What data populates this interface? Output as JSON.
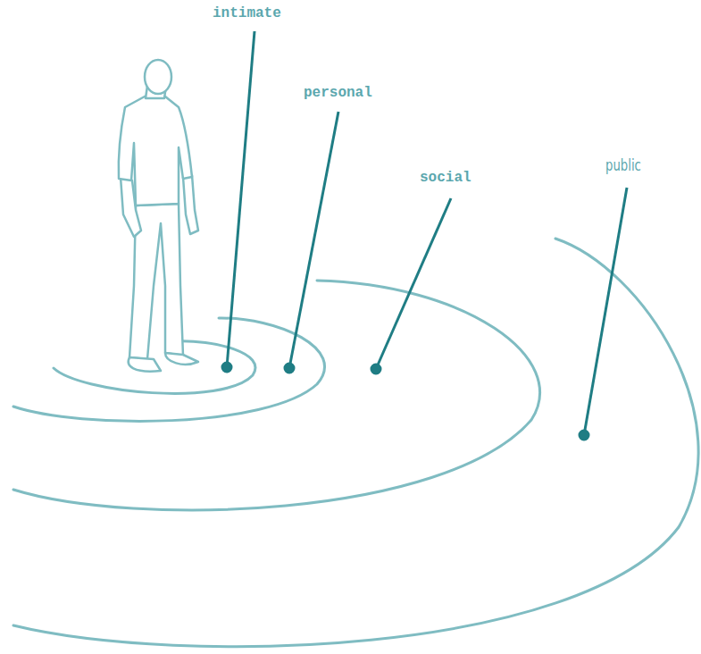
{
  "diagram": {
    "labels": [
      "intimate",
      "personal",
      "social",
      "public"
    ]
  }
}
